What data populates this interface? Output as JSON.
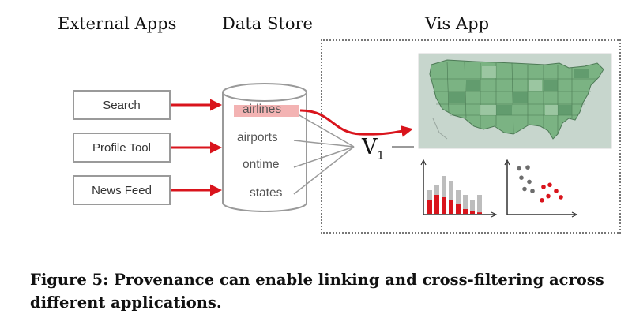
{
  "headers": {
    "external_apps": "External Apps",
    "data_store": "Data Store",
    "vis_app": "Vis App"
  },
  "external_apps": [
    {
      "label": "Search"
    },
    {
      "label": "Profile Tool"
    },
    {
      "label": "News Feed"
    }
  ],
  "data_store_tables": [
    {
      "label": "airlines",
      "highlighted": true
    },
    {
      "label": "airports",
      "highlighted": false
    },
    {
      "label": "ontime",
      "highlighted": false
    },
    {
      "label": "states",
      "highlighted": false
    }
  ],
  "view": {
    "label": "V",
    "subscript": "1"
  },
  "caption": "Figure 5: Provenance can enable linking and cross-filtering across different applications.",
  "colors": {
    "link_red": "#d9141c",
    "line_gray": "#9a9a9a",
    "highlight": "#f3b3b3",
    "map_green": "#7bb383"
  },
  "bar_chart": {
    "gray_values": [
      5,
      6,
      8,
      7,
      5,
      4,
      3,
      4
    ],
    "red_values": [
      3,
      4,
      3.5,
      3,
      2,
      1,
      0.6,
      0.3
    ]
  },
  "scatter": {
    "gray_points": [
      [
        1.5,
        9
      ],
      [
        2.6,
        9.2
      ],
      [
        1.8,
        7.2
      ],
      [
        2.8,
        6.4
      ],
      [
        2.2,
        5
      ],
      [
        3.2,
        4.6
      ]
    ],
    "red_points": [
      [
        4.6,
        5.4
      ],
      [
        5.4,
        5.8
      ],
      [
        6.2,
        4.6
      ],
      [
        5.2,
        3.6
      ],
      [
        6.8,
        3.4
      ],
      [
        4.4,
        2.8
      ]
    ]
  }
}
